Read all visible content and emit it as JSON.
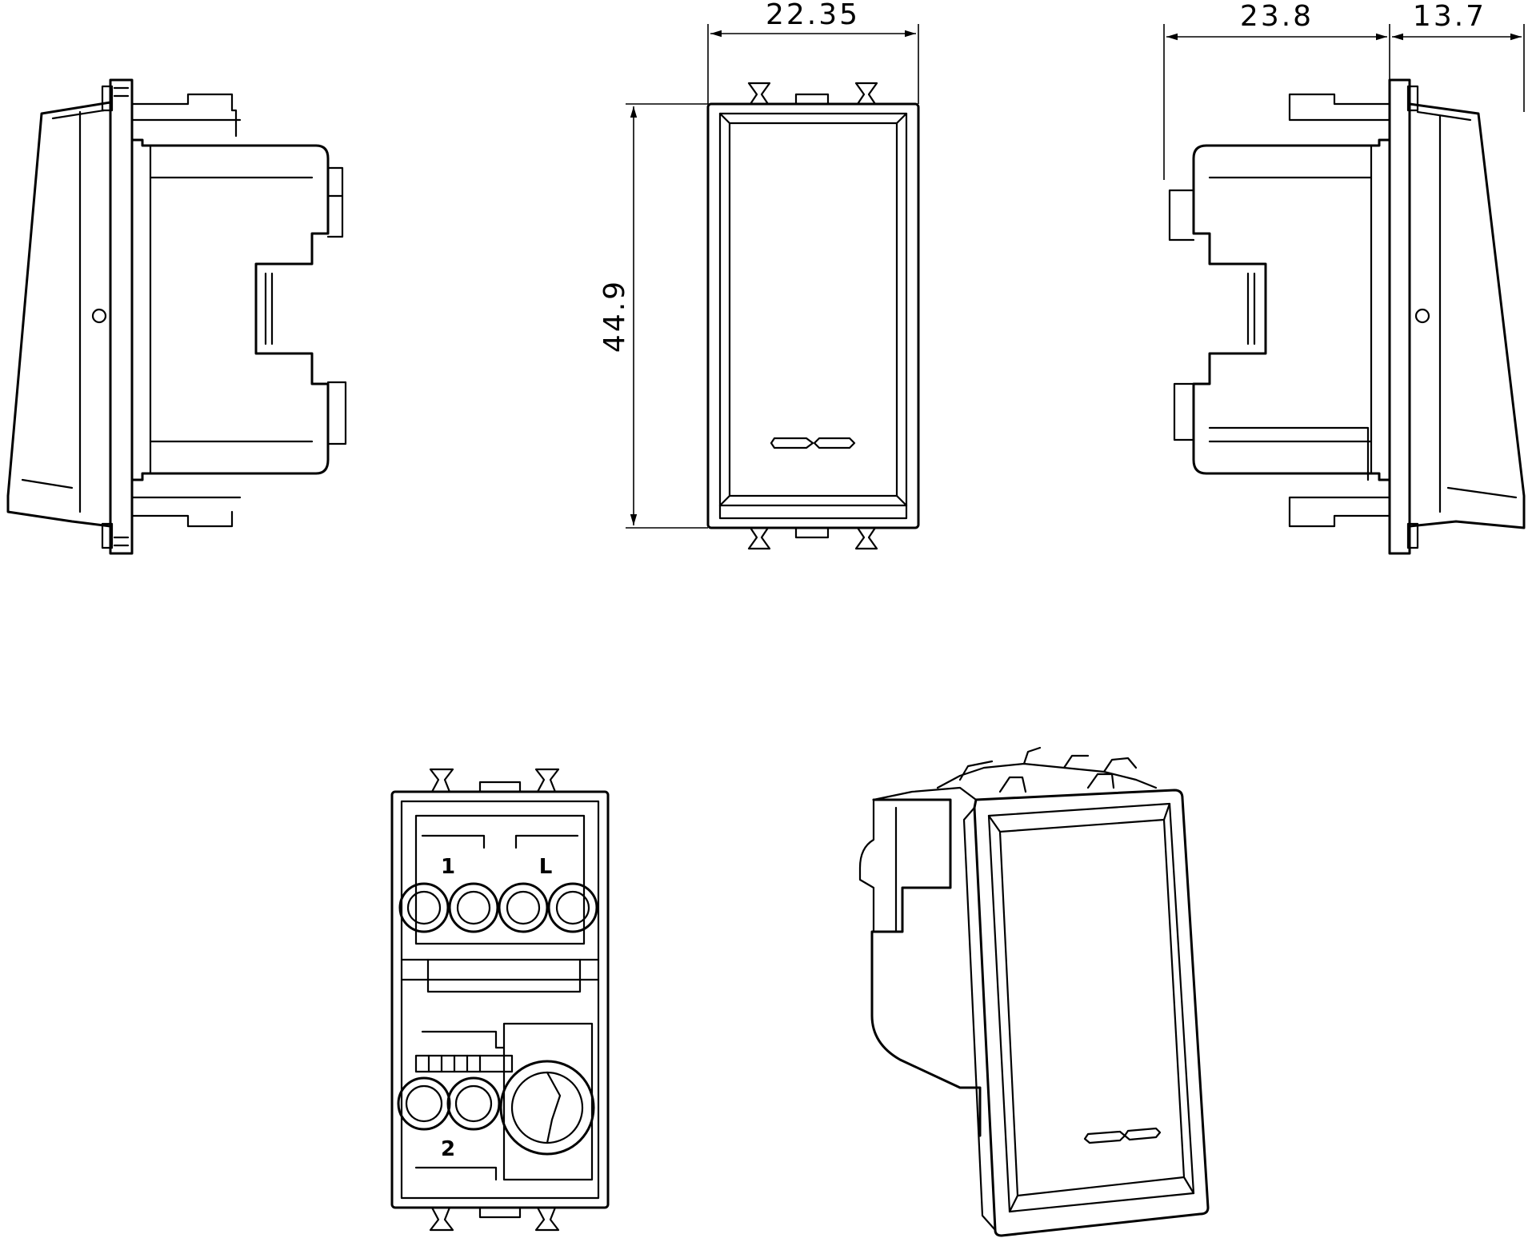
{
  "drawing": {
    "dimensions": {
      "front_width": "22.35",
      "front_height": "44.9",
      "side_depth_body": "23.8",
      "side_depth_cover": "13.7"
    },
    "terminal_labels": {
      "terminal_1": "1",
      "terminal_L": "L",
      "terminal_2": "2"
    },
    "stroke_color": "#000000",
    "background_color": "#ffffff"
  }
}
